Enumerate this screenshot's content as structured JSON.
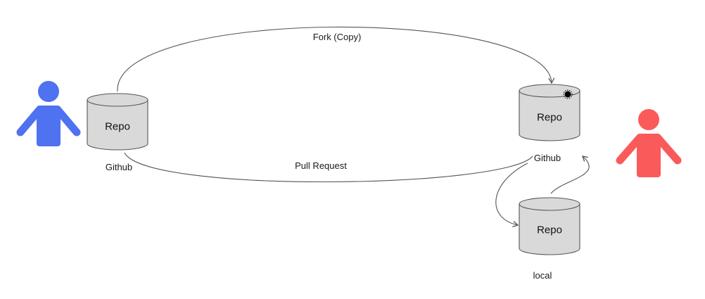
{
  "diagram": {
    "edges": {
      "fork_label": "Fork (Copy)",
      "pull_request_label": "Pull Request"
    },
    "repos": {
      "left_repo": {
        "label": "Repo",
        "location": "Github"
      },
      "right_repo": {
        "label": "Repo",
        "location": "Github"
      },
      "local_repo": {
        "label": "Repo",
        "location": "local"
      }
    },
    "colors": {
      "left_person": "#4f72f0",
      "right_person": "#fb5a5a",
      "cylinder_fill": "#d9d9d9",
      "cylinder_stroke": "#555555",
      "arrow_stroke": "#555555"
    },
    "icons": {
      "left_person": "person-icon",
      "right_person": "person-icon",
      "cursor": "pointer-cursor-icon"
    }
  }
}
